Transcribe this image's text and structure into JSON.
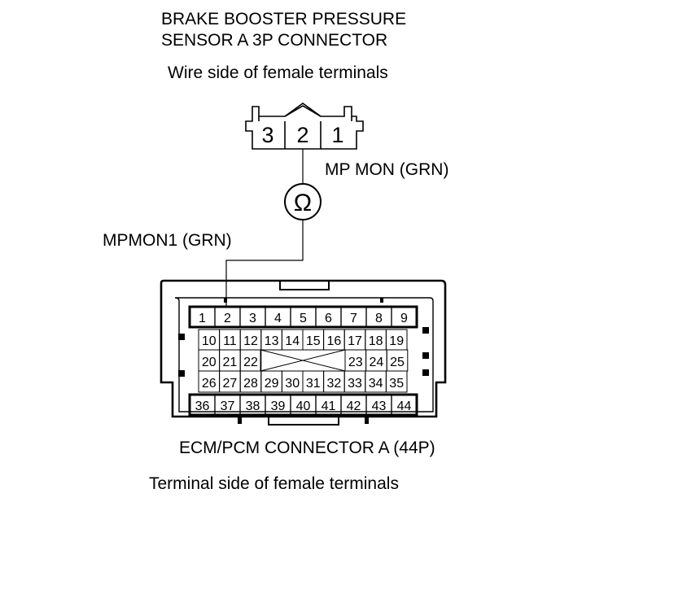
{
  "sensor": {
    "title_line1": "BRAKE BOOSTER PRESSURE",
    "title_line2": "SENSOR A 3P CONNECTOR",
    "view": "Wire side of female terminals",
    "terminals": [
      "3",
      "2",
      "1"
    ]
  },
  "wires": {
    "sensor_wire": "MP MON (GRN)",
    "ecm_wire": "MPMON1 (GRN)"
  },
  "meter": {
    "symbol": "Ω"
  },
  "ecm": {
    "title": "ECM/PCM CONNECTOR A (44P)",
    "view": "Terminal side of female terminals",
    "rows": [
      [
        "1",
        "2",
        "3",
        "4",
        "5",
        "6",
        "7",
        "8",
        "9"
      ],
      [
        "10",
        "11",
        "12",
        "13",
        "14",
        "15",
        "16",
        "17",
        "18",
        "19"
      ],
      [
        "20",
        "21",
        "22",
        "23",
        "24",
        "25"
      ],
      [
        "26",
        "27",
        "28",
        "29",
        "30",
        "31",
        "32",
        "33",
        "34",
        "35"
      ],
      [
        "36",
        "37",
        "38",
        "39",
        "40",
        "41",
        "42",
        "43",
        "44"
      ]
    ]
  }
}
